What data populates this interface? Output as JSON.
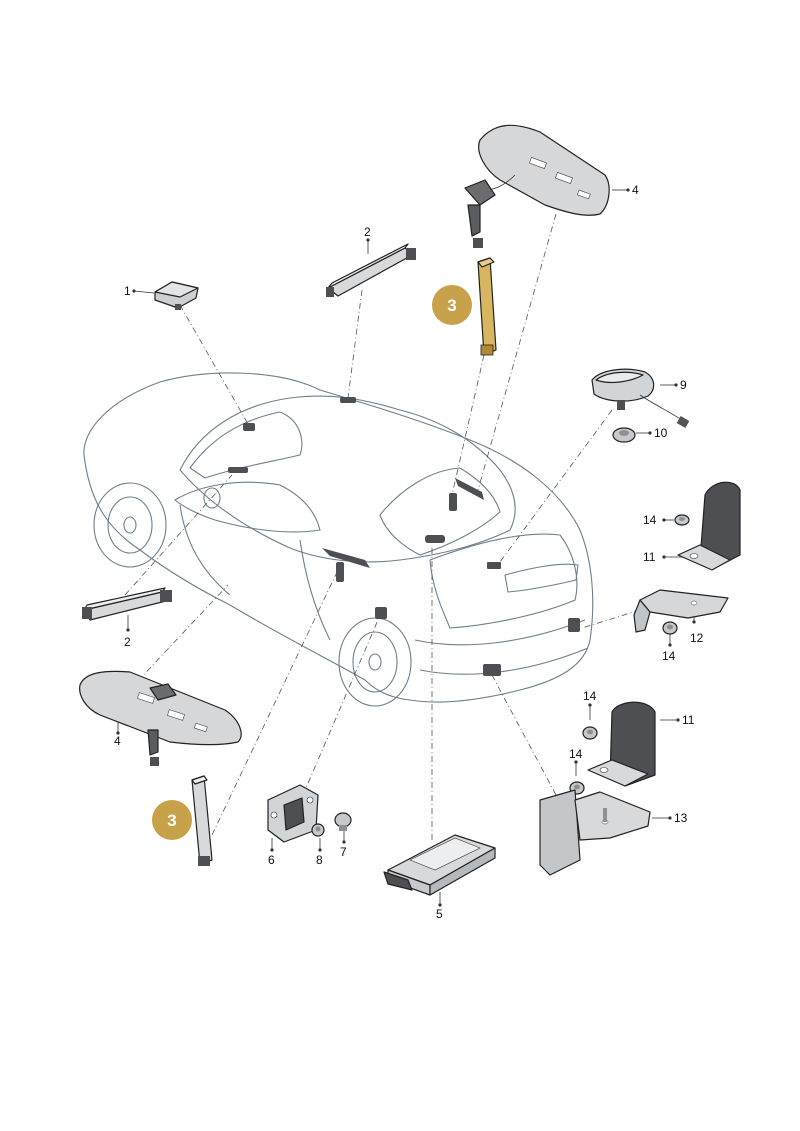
{
  "colors": {
    "car_body": "#dde7ee",
    "car_glass": "#eef3f7",
    "part_fill": "#d7d9db",
    "part_dark": "#4d4f52",
    "callout_fill": "#c8a24a",
    "callout_text": "#ffffff",
    "highlight": "#d8b660"
  },
  "parts": {
    "p1": "1",
    "p2a": "2",
    "p2b": "2",
    "p3a": "3",
    "p3b": "3",
    "p4a": "4",
    "p4b": "4",
    "p5": "5",
    "p6": "6",
    "p7": "7",
    "p8": "8",
    "p9": "9",
    "p10": "10",
    "p11a": "11",
    "p11b": "11",
    "p12": "12",
    "p13": "13",
    "p14a": "14",
    "p14b": "14",
    "p14c": "14",
    "p14d": "14"
  }
}
